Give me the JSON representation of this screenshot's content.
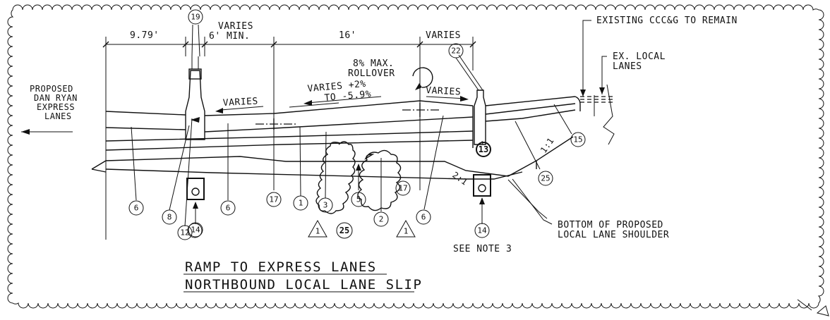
{
  "title": {
    "line1": "RAMP TO EXPRESS LANES",
    "line2": "NORTHBOUND LOCAL LANE SLIP"
  },
  "dimensions": {
    "d1": "9.79'",
    "d2_line1": "VARIES",
    "d2_line2": "6' MIN.",
    "d3": "16'",
    "d4": "VARIES"
  },
  "labels": {
    "existing_curb": "EXISTING CCC&G TO REMAIN",
    "ex_local_line1": "EX. LOCAL",
    "ex_local_line2": "LANES",
    "proposed_line1": "PROPOSED",
    "proposed_line2": "DAN RYAN",
    "proposed_line3": "EXPRESS",
    "proposed_line4": "LANES",
    "max_rollover_line1": "8% MAX.",
    "max_rollover_line2": "ROLLOVER",
    "varies_left": "VARIES",
    "varies_mid_line1": "VARIES +2%",
    "varies_mid_line2": "TO -5.9%",
    "varies_right": "VARIES",
    "slope_1_1": "1:1",
    "slope_2_1": "2:1",
    "bottom_line1": "BOTTOM OF PROPOSED",
    "bottom_line2": "LOCAL LANE SHOULDER",
    "see_note": "SEE NOTE 3"
  },
  "callouts": {
    "c19": "19",
    "c22": "22",
    "c13": "13",
    "c15": "15",
    "c25a": "25",
    "c25b": "25",
    "c6a": "6",
    "c6b": "6",
    "c6c": "6",
    "c8": "8",
    "c12": "12",
    "c14a": "14",
    "c14b": "14",
    "c17a": "17",
    "c17b": "17",
    "c1": "1",
    "c3": "3",
    "c5": "5",
    "c2": "2",
    "tri1": "1",
    "tri2": "1"
  },
  "icons": [
    "revision-cloud",
    "revision-triangle",
    "rollover-arrow-icon",
    "drain-structure-icon"
  ]
}
